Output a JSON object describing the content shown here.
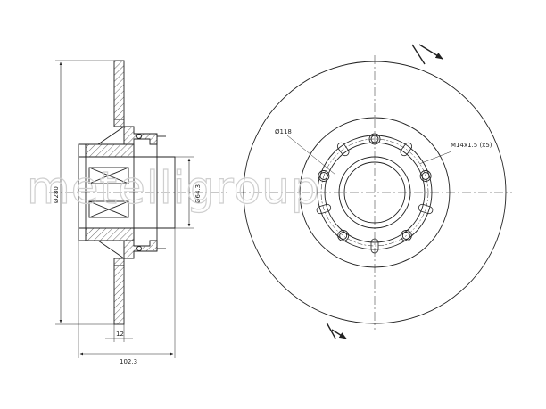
{
  "watermark": "metelligroup",
  "side_view": {
    "dim_outer_diameter": "Ø280",
    "dim_hub_bore": "Ø64.3",
    "dim_disc_thickness": "12",
    "dim_total_height": "102.3"
  },
  "front_view": {
    "label_pcd": "Ø118",
    "label_bolts": "M14x1.5 (x5)"
  },
  "colors": {
    "line": "#222222",
    "hatch": "#444444",
    "watermark": "#cfcfcf"
  }
}
